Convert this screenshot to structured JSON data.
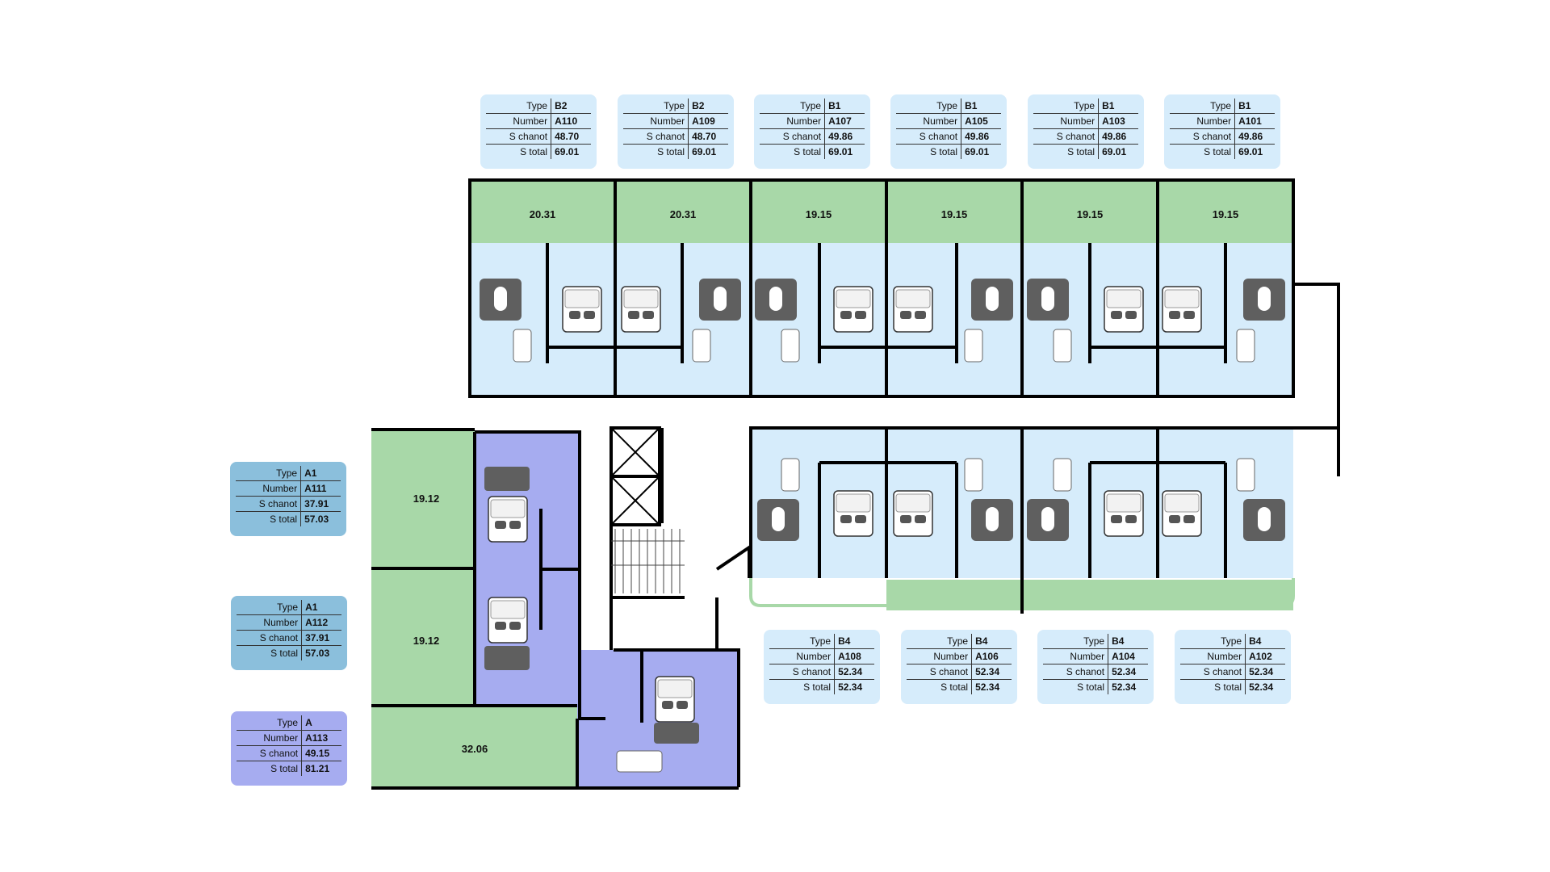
{
  "field_labels": {
    "type": "Type",
    "number": "Number",
    "s_chanot": "S chanot",
    "s_total": "S total"
  },
  "units": [
    {
      "type": "B2",
      "number": "A110",
      "s_chanot": "48.70",
      "s_total": "69.01",
      "terrace": "20.31",
      "card_tone": "light"
    },
    {
      "type": "B2",
      "number": "A109",
      "s_chanot": "48.70",
      "s_total": "69.01",
      "terrace": "20.31",
      "card_tone": "light"
    },
    {
      "type": "B1",
      "number": "A107",
      "s_chanot": "49.86",
      "s_total": "69.01",
      "terrace": "19.15",
      "card_tone": "light"
    },
    {
      "type": "B1",
      "number": "A105",
      "s_chanot": "49.86",
      "s_total": "69.01",
      "terrace": "19.15",
      "card_tone": "light"
    },
    {
      "type": "B1",
      "number": "A103",
      "s_chanot": "49.86",
      "s_total": "69.01",
      "terrace": "19.15",
      "card_tone": "light"
    },
    {
      "type": "B1",
      "number": "A101",
      "s_chanot": "49.86",
      "s_total": "69.01",
      "terrace": "19.15",
      "card_tone": "light"
    },
    {
      "type": "A1",
      "number": "A111",
      "s_chanot": "37.91",
      "s_total": "57.03",
      "terrace": "19.12",
      "card_tone": "mid"
    },
    {
      "type": "A1",
      "number": "A112",
      "s_chanot": "37.91",
      "s_total": "57.03",
      "terrace": "19.12",
      "card_tone": "mid"
    },
    {
      "type": "A",
      "number": "A113",
      "s_chanot": "49.15",
      "s_total": "81.21",
      "terrace": "32.06",
      "card_tone": "violet"
    },
    {
      "type": "B4",
      "number": "A108",
      "s_chanot": "52.34",
      "s_total": "52.34",
      "card_tone": "light"
    },
    {
      "type": "B4",
      "number": "A106",
      "s_chanot": "52.34",
      "s_total": "52.34",
      "card_tone": "light"
    },
    {
      "type": "B4",
      "number": "A104",
      "s_chanot": "52.34",
      "s_total": "52.34",
      "card_tone": "light"
    },
    {
      "type": "B4",
      "number": "A102",
      "s_chanot": "52.34",
      "s_total": "52.34",
      "card_tone": "light"
    }
  ],
  "colors": {
    "terrace": "#a8d8a8",
    "unit_blue": "#d6ecfb",
    "unit_violet": "#a6acf0",
    "card_light": "#d6ecfb",
    "card_mid": "#8bbfdc",
    "card_violet": "#a6acf0",
    "wall": "#000000",
    "furniture_dark": "#5f5f5f",
    "terrace_outline": "#a8d8a8"
  }
}
